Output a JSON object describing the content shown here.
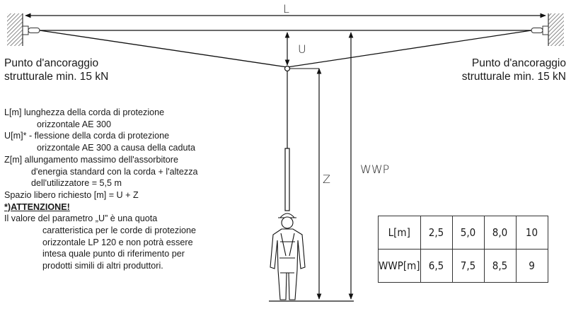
{
  "labels": {
    "L": "L",
    "U": "U",
    "Z": "Z",
    "WWP": "WWP"
  },
  "anchor_left": {
    "line1": "Punto d'ancoraggio",
    "line2": "strutturale min. 15 kN"
  },
  "anchor_right": {
    "line1": "Punto d'ancoraggio",
    "line2": "strutturale min. 15 kN"
  },
  "legend": {
    "l_def": "L[m]  lunghezza della corda di protezione",
    "l_def2": "orizzontale AE 300",
    "u_def": "U[m]* - flessione della corda di protezione",
    "u_def2": "orizzontale AE 300 a causa della caduta",
    "z_def": "Z[m]  allungamento massimo dell'assorbitore",
    "z_def2": "d'energia standard con la corda + l'altezza",
    "z_def3": "dell'utilizzatore = 5,5 m",
    "space": "Spazio libero richiesto [m] = U + Z",
    "warning": "*)ATTENZIONE!",
    "note1": "Il valore del parametro „U” è una quota",
    "note2": "caratteristica per le corde di protezione",
    "note3": "orizzontale LP 120 e non potrà essere",
    "note4": "intesa quale punto di riferimento per",
    "note5": "prodotti simili di altri produttori."
  },
  "table": {
    "row1": {
      "header": "L[m]",
      "cells": [
        "2,5",
        "5,0",
        "8,0",
        "10"
      ]
    },
    "row2": {
      "header": "WWP[m]",
      "cells": [
        "6,5",
        "7,5",
        "8,5",
        "9"
      ]
    }
  }
}
